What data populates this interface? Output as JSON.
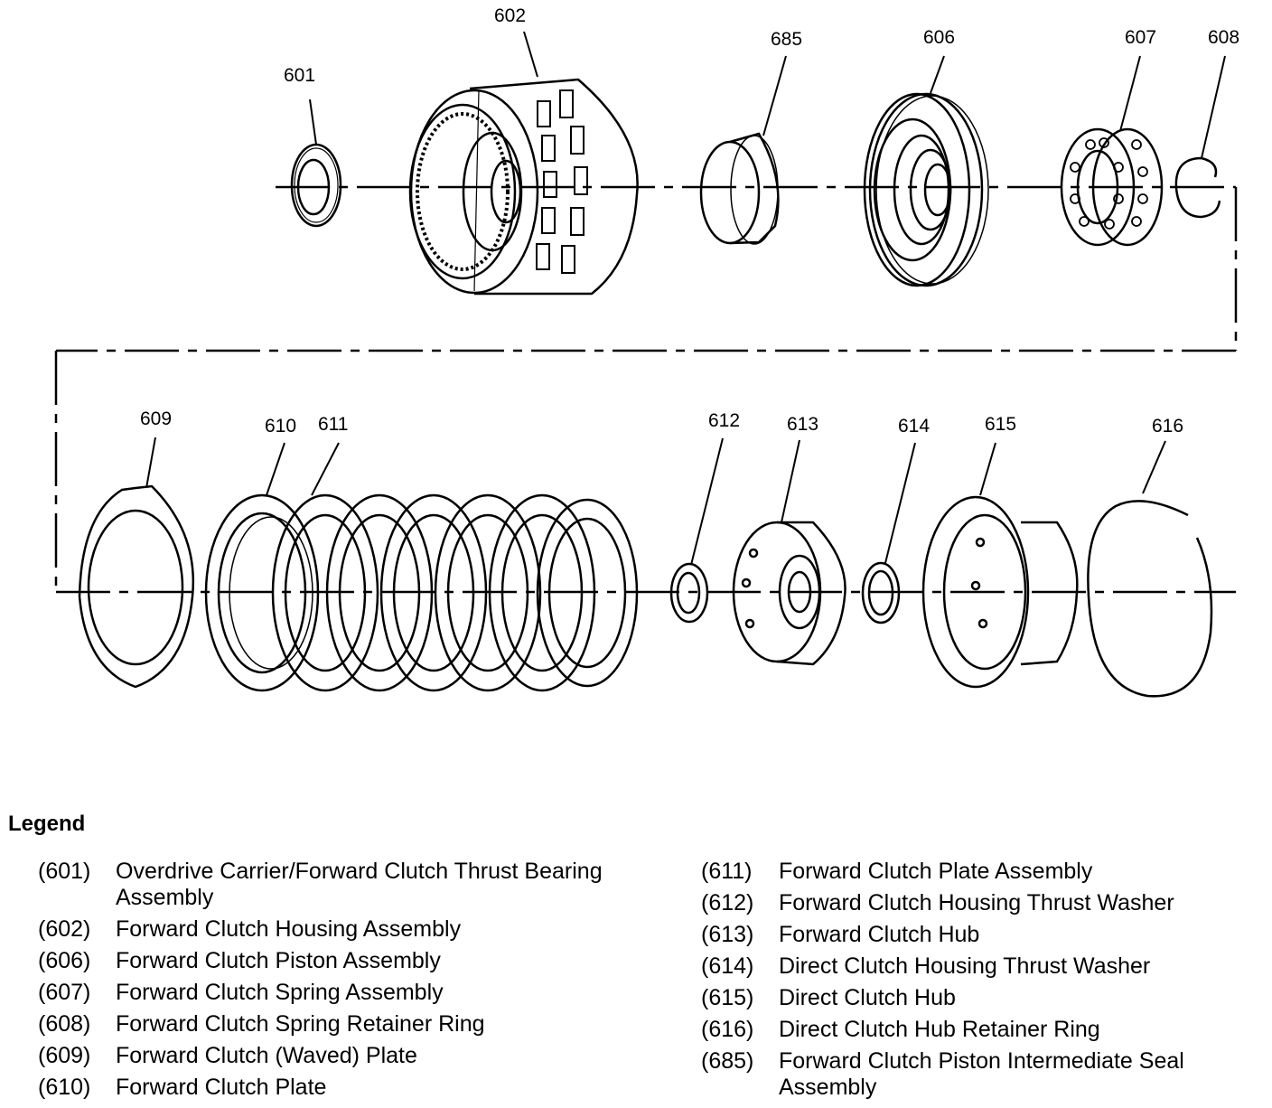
{
  "callouts": {
    "601": "601",
    "602": "602",
    "685": "685",
    "606": "606",
    "607": "607",
    "608": "608",
    "609": "609",
    "610": "610",
    "611": "611",
    "612": "612",
    "613": "613",
    "614": "614",
    "615": "615",
    "616": "616"
  },
  "legend": {
    "title": "Legend",
    "left": [
      {
        "num": "(601)",
        "desc": "Overdrive Carrier/Forward Clutch Thrust Bearing Assembly"
      },
      {
        "num": "(602)",
        "desc": "Forward Clutch Housing Assembly"
      },
      {
        "num": "(606)",
        "desc": "Forward Clutch Piston Assembly"
      },
      {
        "num": "(607)",
        "desc": "Forward Clutch Spring Assembly"
      },
      {
        "num": "(608)",
        "desc": "Forward Clutch Spring Retainer Ring"
      },
      {
        "num": "(609)",
        "desc": "Forward Clutch (Waved) Plate"
      },
      {
        "num": "(610)",
        "desc": "Forward Clutch Plate"
      }
    ],
    "right": [
      {
        "num": "(611)",
        "desc": "Forward Clutch Plate Assembly"
      },
      {
        "num": "(612)",
        "desc": "Forward Clutch Housing Thrust Washer"
      },
      {
        "num": "(613)",
        "desc": "Forward Clutch Hub"
      },
      {
        "num": "(614)",
        "desc": "Direct Clutch Housing Thrust Washer"
      },
      {
        "num": "(615)",
        "desc": "Direct Clutch Hub"
      },
      {
        "num": "(616)",
        "desc": "Direct Clutch Hub Retainer Ring"
      },
      {
        "num": "(685)",
        "desc": "Forward Clutch Piston Intermediate Seal Assembly"
      }
    ]
  }
}
